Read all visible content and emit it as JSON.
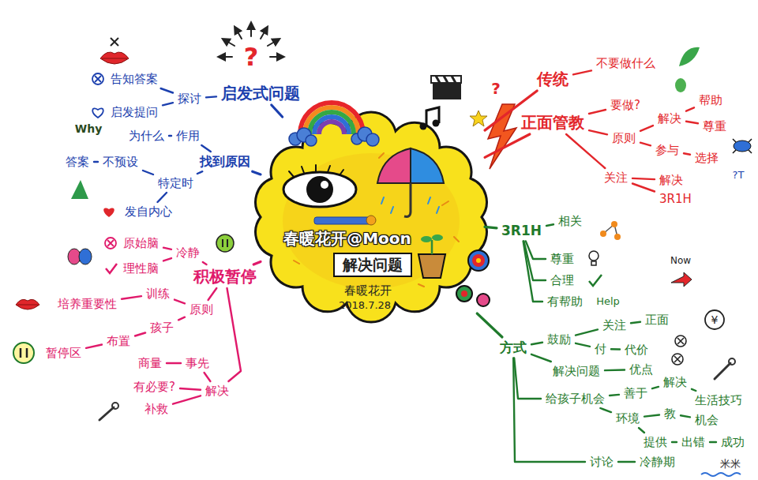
{
  "diagram": {
    "nodes": [
      {
        "text": [
          "解决问题"
        ]
      },
      {
        "text": [
          "启发式问题"
        ]
      },
      {
        "text": [
          "探讨"
        ]
      },
      {
        "text": [
          "告知答案"
        ]
      },
      {
        "text": [
          "启发提问"
        ]
      },
      {
        "text": [
          "找到原因"
        ]
      },
      {
        "text": [
          "作用"
        ]
      },
      {
        "text": [
          "为什么"
        ]
      },
      {
        "text": [
          "特定时"
        ]
      },
      {
        "text": [
          "不预设"
        ]
      },
      {
        "text": [
          "答案"
        ]
      },
      {
        "text": [
          "发自内心"
        ]
      },
      {
        "text": [
          "传统"
        ]
      },
      {
        "text": [
          "不要做什么"
        ]
      },
      {
        "text": [
          "正面管教"
        ]
      },
      {
        "text": [
          "要做?"
        ]
      },
      {
        "text": [
          "原则"
        ]
      },
      {
        "text": [
          "解决"
        ]
      },
      {
        "text": [
          "帮助"
        ]
      },
      {
        "text": [
          "尊重"
        ]
      },
      {
        "text": [
          "参与"
        ]
      },
      {
        "text": [
          "选择"
        ]
      },
      {
        "text": [
          "关注"
        ]
      },
      {
        "text": [
          "解决"
        ]
      },
      {
        "text": [
          "3R1H"
        ]
      },
      {
        "text": [
          "3R1H"
        ]
      },
      {
        "text": [
          "相关"
        ]
      },
      {
        "text": [
          "尊重"
        ]
      },
      {
        "text": [
          "合理"
        ]
      },
      {
        "text": [
          "有帮助"
        ]
      },
      {
        "text": [
          "方式"
        ]
      },
      {
        "text": [
          "鼓励"
        ]
      },
      {
        "text": [
          "关注"
        ]
      },
      {
        "text": [
          "正面"
        ]
      },
      {
        "text": [
          "付"
        ]
      },
      {
        "text": [
          "代价"
        ]
      },
      {
        "text": [
          "解决问题"
        ]
      },
      {
        "text": [
          "优点"
        ]
      },
      {
        "text": [
          "给孩子机会"
        ]
      },
      {
        "text": [
          "善于"
        ]
      },
      {
        "text": [
          "解决"
        ]
      },
      {
        "text": [
          "生活技巧"
        ]
      },
      {
        "text": [
          "环境"
        ]
      },
      {
        "text": [
          "教"
        ]
      },
      {
        "text": [
          "机会"
        ]
      },
      {
        "text": [
          "提供"
        ]
      },
      {
        "text": [
          "出错"
        ]
      },
      {
        "text": [
          "成功"
        ]
      },
      {
        "text": [
          "讨论"
        ]
      },
      {
        "text": [
          "冷静期"
        ]
      },
      {
        "text": [
          "积极暂停"
        ]
      },
      {
        "text": [
          "冷静"
        ]
      },
      {
        "text": [
          "原始脑"
        ]
      },
      {
        "text": [
          "理性脑"
        ]
      },
      {
        "text": [
          "原则"
        ]
      },
      {
        "text": [
          "训练"
        ]
      },
      {
        "text": [
          "培养重要性"
        ]
      },
      {
        "text": [
          "孩子"
        ]
      },
      {
        "text": [
          "布置"
        ]
      },
      {
        "text": [
          "暂停区"
        ]
      },
      {
        "text": [
          "解决"
        ]
      },
      {
        "text": [
          "事先"
        ]
      },
      {
        "text": [
          "商量"
        ]
      },
      {
        "text": [
          "有必要?"
        ]
      },
      {
        "text": [
          "补救"
        ]
      }
    ],
    "edges": [
      {
        "from": 0,
        "to": 1,
        "arrow": "none"
      },
      {
        "from": 1,
        "to": 2,
        "arrow": "none"
      },
      {
        "from": 2,
        "to": 3,
        "arrow": "none"
      },
      {
        "from": 2,
        "to": 4,
        "arrow": "none"
      },
      {
        "from": 0,
        "to": 5,
        "arrow": "none"
      },
      {
        "from": 5,
        "to": 6,
        "arrow": "none"
      },
      {
        "from": 6,
        "to": 7,
        "arrow": "none"
      },
      {
        "from": 5,
        "to": 8,
        "arrow": "none"
      },
      {
        "from": 8,
        "to": 9,
        "arrow": "none"
      },
      {
        "from": 9,
        "to": 10,
        "arrow": "none"
      },
      {
        "from": 8,
        "to": 11,
        "arrow": "none"
      },
      {
        "from": 0,
        "to": 12,
        "arrow": "none"
      },
      {
        "from": 12,
        "to": 13,
        "arrow": "none"
      },
      {
        "from": 0,
        "to": 14,
        "arrow": "none"
      },
      {
        "from": 14,
        "to": 15,
        "arrow": "none"
      },
      {
        "from": 14,
        "to": 16,
        "arrow": "none"
      },
      {
        "from": 16,
        "to": 17,
        "arrow": "none"
      },
      {
        "from": 17,
        "to": 18,
        "arrow": "none"
      },
      {
        "from": 17,
        "to": 19,
        "arrow": "none"
      },
      {
        "from": 16,
        "to": 20,
        "arrow": "none"
      },
      {
        "from": 20,
        "to": 21,
        "arrow": "none"
      },
      {
        "from": 14,
        "to": 22,
        "arrow": "none"
      },
      {
        "from": 22,
        "to": 23,
        "arrow": "none"
      },
      {
        "from": 22,
        "to": 24,
        "arrow": "none"
      },
      {
        "from": 0,
        "to": 25,
        "arrow": "none"
      },
      {
        "from": 25,
        "to": 26,
        "arrow": "none"
      },
      {
        "from": 25,
        "to": 27,
        "arrow": "none"
      },
      {
        "from": 25,
        "to": 28,
        "arrow": "none"
      },
      {
        "from": 25,
        "to": 29,
        "arrow": "none"
      },
      {
        "from": 0,
        "to": 30,
        "arrow": "none"
      },
      {
        "from": 30,
        "to": 31,
        "arrow": "none"
      },
      {
        "from": 31,
        "to": 32,
        "arrow": "none"
      },
      {
        "from": 32,
        "to": 33,
        "arrow": "none"
      },
      {
        "from": 31,
        "to": 34,
        "arrow": "none"
      },
      {
        "from": 34,
        "to": 35,
        "arrow": "none"
      },
      {
        "from": 30,
        "to": 36,
        "arrow": "none"
      },
      {
        "from": 36,
        "to": 37,
        "arrow": "none"
      },
      {
        "from": 30,
        "to": 38,
        "arrow": "none"
      },
      {
        "from": 38,
        "to": 39,
        "arrow": "none"
      },
      {
        "from": 39,
        "to": 40,
        "arrow": "none"
      },
      {
        "from": 40,
        "to": 41,
        "arrow": "none"
      },
      {
        "from": 38,
        "to": 42,
        "arrow": "none"
      },
      {
        "from": 42,
        "to": 43,
        "arrow": "none"
      },
      {
        "from": 43,
        "to": 44,
        "arrow": "none"
      },
      {
        "from": 42,
        "to": 45,
        "arrow": "none"
      },
      {
        "from": 45,
        "to": 46,
        "arrow": "none"
      },
      {
        "from": 46,
        "to": 47,
        "arrow": "none"
      },
      {
        "from": 30,
        "to": 48,
        "arrow": "none"
      },
      {
        "from": 48,
        "to": 49,
        "arrow": "none"
      },
      {
        "from": 0,
        "to": 50,
        "arrow": "none"
      },
      {
        "from": 50,
        "to": 51,
        "arrow": "none"
      },
      {
        "from": 51,
        "to": 52,
        "arrow": "none"
      },
      {
        "from": 51,
        "to": 53,
        "arrow": "none"
      },
      {
        "from": 50,
        "to": 54,
        "arrow": "none"
      },
      {
        "from": 54,
        "to": 55,
        "arrow": "none"
      },
      {
        "from": 55,
        "to": 56,
        "arrow": "none"
      },
      {
        "from": 54,
        "to": 57,
        "arrow": "none"
      },
      {
        "from": 57,
        "to": 58,
        "arrow": "none"
      },
      {
        "from": 58,
        "to": 59,
        "arrow": "none"
      },
      {
        "from": 50,
        "to": 60,
        "arrow": "none"
      },
      {
        "from": 60,
        "to": 61,
        "arrow": "none"
      },
      {
        "from": 61,
        "to": 62,
        "arrow": "none"
      },
      {
        "from": 60,
        "to": 63,
        "arrow": "none"
      },
      {
        "from": 60,
        "to": 64,
        "arrow": "none"
      }
    ],
    "labels": [
      "春暖花开@Moon",
      "春暖花开",
      "2018.7.28",
      "?",
      "Why",
      "?",
      "?T",
      "Help",
      "Now",
      "¥",
      "米米"
    ]
  }
}
